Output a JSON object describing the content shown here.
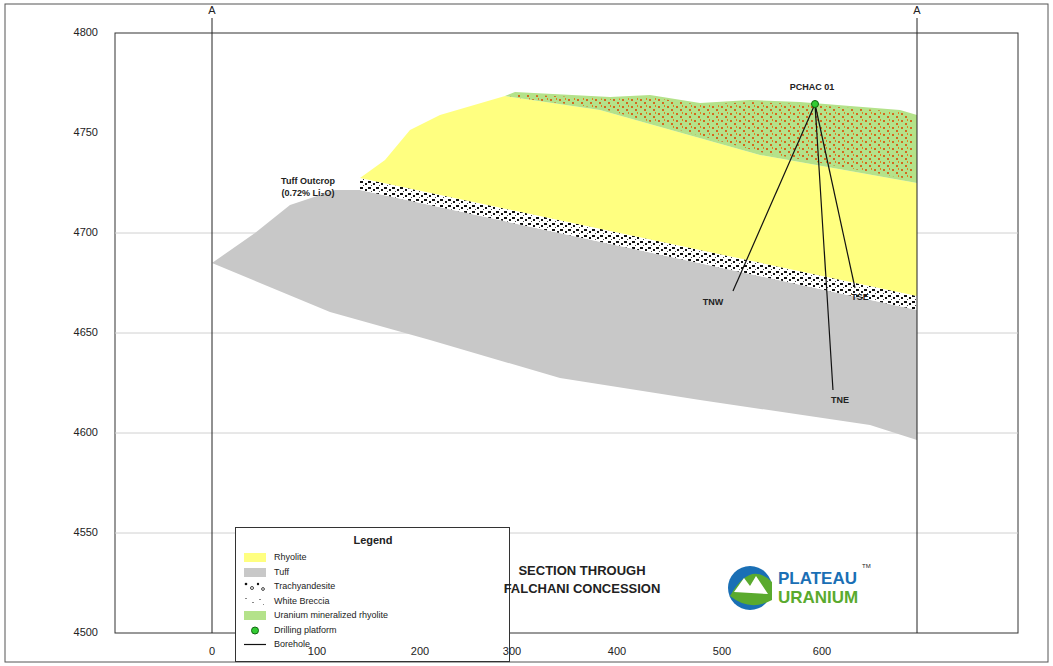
{
  "diagram": {
    "title": "SECTION THROUGH FALCHANI CONCESSION",
    "labels": [
      "A",
      "A",
      "4800",
      "4750",
      "4700",
      "4650",
      "4600",
      "4550",
      "4500",
      "0",
      "100",
      "200",
      "300",
      "400",
      "500",
      "600",
      "PCHAC 01",
      "Tuff Outcrop",
      "(0.72% Li₂O)",
      "TNW",
      "TSE",
      "TNE",
      "Legend",
      "PLATEAU",
      "URANIUM",
      "TM"
    ],
    "legend": [
      {
        "text": "Rhyolite",
        "color": "#ffff80"
      },
      {
        "text": "Tuff",
        "color": "#c8c8c8"
      },
      {
        "text": "Trachyandesite"
      },
      {
        "text": "White Breccia"
      },
      {
        "text": "Uranium mineralized rhyolite",
        "color": "#b4e28a"
      },
      {
        "text": "Drilling platform"
      },
      {
        "text": "Borehole"
      }
    ]
  }
}
